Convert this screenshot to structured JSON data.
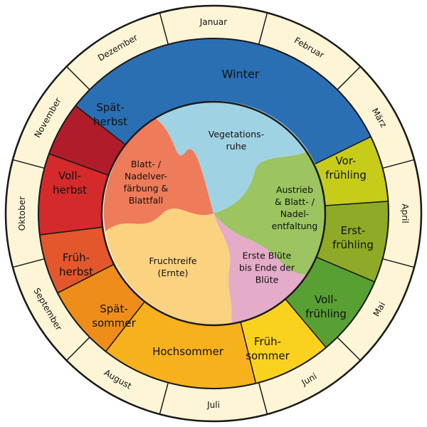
{
  "months": [
    {
      "label": "Januar"
    },
    {
      "label": "Februar"
    },
    {
      "label": "März"
    },
    {
      "label": "April"
    },
    {
      "label": "Mai"
    },
    {
      "label": "Juni"
    },
    {
      "label": "Juli"
    },
    {
      "label": "August"
    },
    {
      "label": "September"
    },
    {
      "label": "Oktober"
    },
    {
      "label": "November"
    },
    {
      "label": "Dezember"
    }
  ],
  "seasons": [
    {
      "lines": [
        "Winter"
      ],
      "color": "#2a6fb4"
    },
    {
      "lines": [
        "Vor-",
        "frühling"
      ],
      "color": "#c7cc19"
    },
    {
      "lines": [
        "Erst-",
        "frühling"
      ],
      "color": "#8faa26"
    },
    {
      "lines": [
        "Voll-",
        "frühling"
      ],
      "color": "#58a033"
    },
    {
      "lines": [
        "Früh-",
        "sommer"
      ],
      "color": "#fad21e"
    },
    {
      "lines": [
        "Hochsommer"
      ],
      "color": "#f6b11c"
    },
    {
      "lines": [
        "Spät-",
        "sommer"
      ],
      "color": "#ef8d1a"
    },
    {
      "lines": [
        "Früh-",
        "herbst"
      ],
      "color": "#e4572c"
    },
    {
      "lines": [
        "Voll-",
        "herbst"
      ],
      "color": "#d42a2c"
    },
    {
      "lines": [
        "Spät-",
        "herbst"
      ],
      "color": "#b01c2a"
    }
  ],
  "phases": [
    {
      "lines": [
        "Vegetations-",
        "ruhe"
      ],
      "color": "#9fd3e3"
    },
    {
      "lines": [
        "Austrieb",
        "& Blatt- /",
        "Nadel-",
        "entfaltung"
      ],
      "color": "#9cc461"
    },
    {
      "lines": [
        "Erste Blüte",
        "bis Ende der",
        "Blüte"
      ],
      "color": "#e4acc9"
    },
    {
      "lines": [
        "Fruchtreife",
        "(Ernte)"
      ],
      "color": "#fbd27f"
    },
    {
      "lines": [
        "Blatt- /",
        "Nadelver-",
        "färbung &",
        "Blattfall"
      ],
      "color": "#ee7b5a"
    }
  ],
  "colors": {
    "month_ring": "#fdf5d6",
    "outline": "#1a1a1a",
    "background": "#ffffff"
  }
}
